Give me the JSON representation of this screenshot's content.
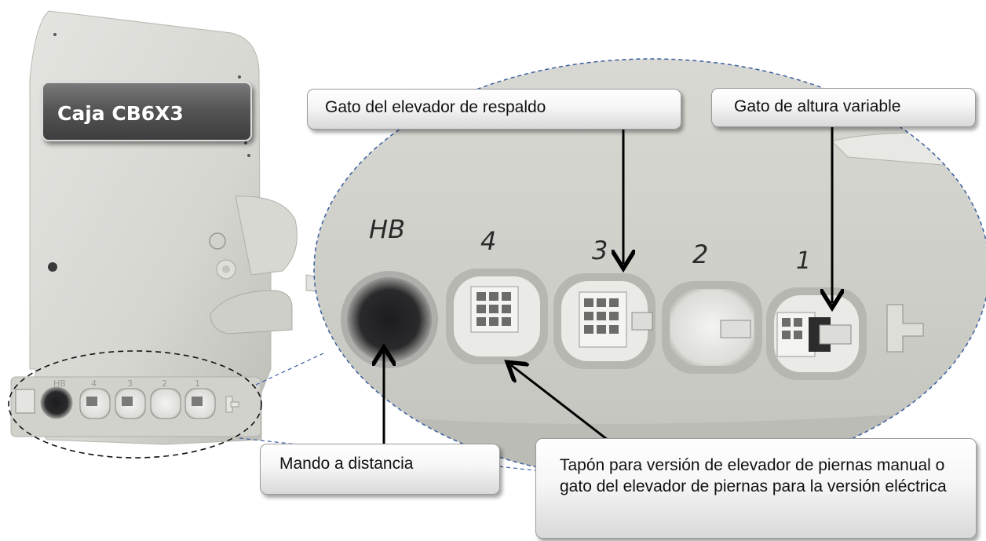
{
  "device": {
    "title": "Caja CB6X3",
    "port_labels": [
      "HB",
      "4",
      "3",
      "2",
      "1"
    ],
    "small_port_labels": [
      "HB",
      "4",
      "3",
      "2",
      "1"
    ]
  },
  "callouts": {
    "backrest_actuator": "Gato del elevador de respaldo",
    "height_actuator": "Gato de altura variable",
    "remote_control": "Mando a distancia",
    "leg_plug": "Tapón para versión de elevador de piernas manual o gato del elevador de piernas para la versión eléctrica"
  }
}
